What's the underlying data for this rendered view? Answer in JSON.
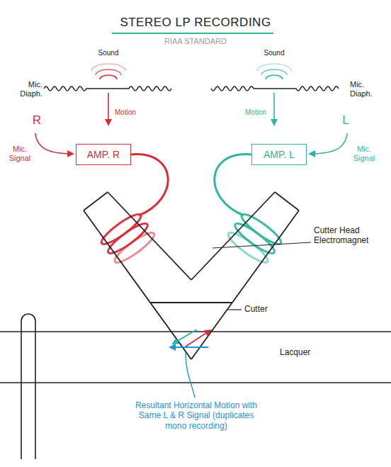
{
  "diagram": {
    "title": "STEREO LP RECORDING",
    "nodes": [
      {
        "text": [
          "AMP. R"
        ]
      },
      {
        "text": [
          "AMP. L"
        ]
      }
    ],
    "labels": [
      "RIAA STANDARD",
      "Sound",
      "Mic. Diaph.",
      "R",
      "Motion",
      "Mic. Signal",
      "Sound",
      "Mic. Diaph.",
      "L",
      "Motion",
      "Mic. Signal",
      "Cutter Head Electromagnet",
      "Cutter",
      "Lacquer",
      "Resultant Horizontal Motion with Same L & R Signal (duplicates mono recording)"
    ]
  }
}
